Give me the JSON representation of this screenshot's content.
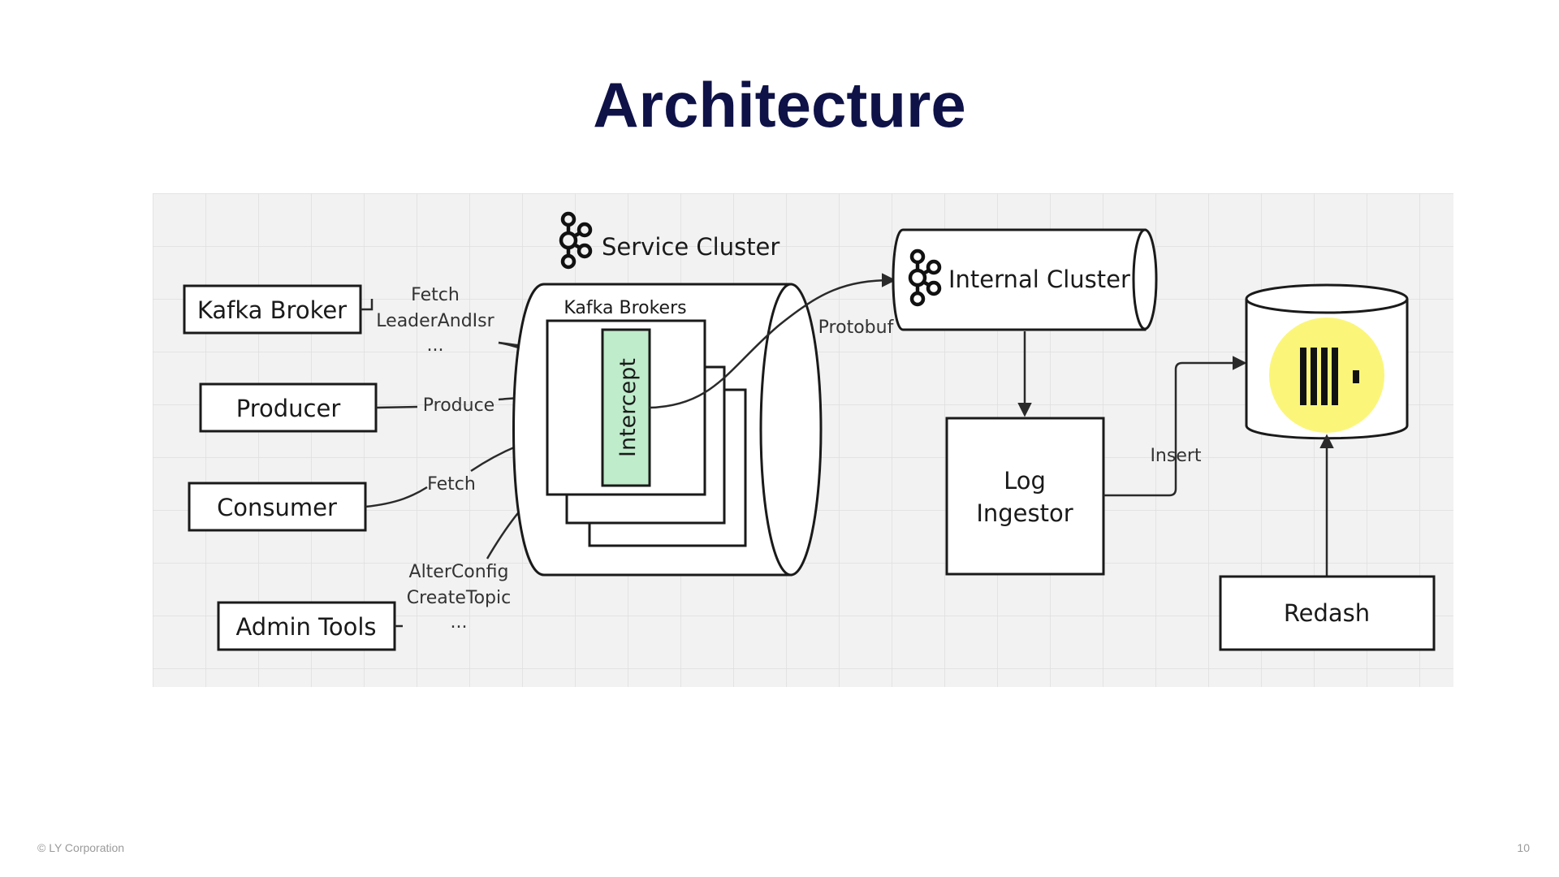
{
  "slide": {
    "title": "Architecture",
    "footer": "© LY Corporation",
    "page_number": "10"
  },
  "diagram": {
    "clients": {
      "kafka_broker": "Kafka Broker",
      "producer": "Producer",
      "consumer": "Consumer",
      "admin_tools": "Admin Tools"
    },
    "requests": {
      "broker_line1": "Fetch",
      "broker_line2": "LeaderAndIsr",
      "broker_line3": "...",
      "produce": "Produce",
      "fetch": "Fetch",
      "admin_line1": "AlterConfig",
      "admin_line2": "CreateTopic",
      "admin_line3": "..."
    },
    "service_cluster": {
      "title": "Service Cluster",
      "brokers_label": "Kafka Brokers",
      "intercept": "Intercept"
    },
    "protobuf_label": "Protobuf",
    "internal_cluster": "Internal Cluster",
    "log_ingestor_line1": "Log",
    "log_ingestor_line2": "Ingestor",
    "insert_label": "Insert",
    "redash": "Redash",
    "colors": {
      "title": "#0e1247",
      "intercept_fill": "#bfeccb",
      "clickhouse_circle": "#fbf67a",
      "grid_background": "#f2f2f2"
    },
    "icons": [
      "kafka-icon",
      "clickhouse-icon"
    ]
  }
}
